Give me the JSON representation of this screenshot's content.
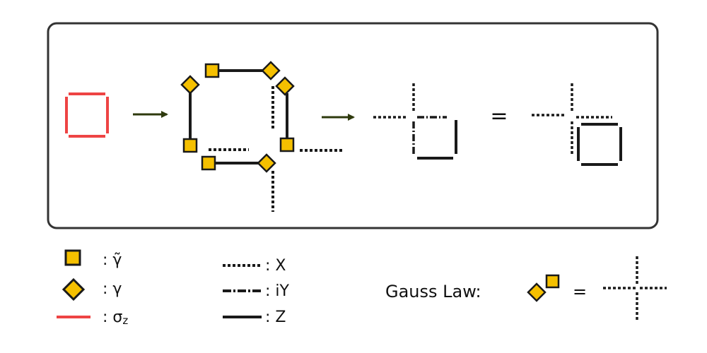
{
  "colors": {
    "sigma_z": "#ee4444",
    "operator": "#1a1a1a",
    "gamma_fill": "#f5c000",
    "frame": "#333333",
    "arrow": "#2e3a0d"
  },
  "icons": {
    "gamma_tilde": "yellow-square",
    "gamma": "yellow-diamond"
  },
  "equation": {
    "equals": "="
  },
  "legend": {
    "gamma_tilde": ": γ̃",
    "gamma": ": γ",
    "sigma_z_prefix": ": σ",
    "sigma_z_sub": "z",
    "x": ": X",
    "iy": ": iY",
    "z": ": Z"
  },
  "gauss": {
    "label": "Gauss Law:",
    "equals": "="
  }
}
